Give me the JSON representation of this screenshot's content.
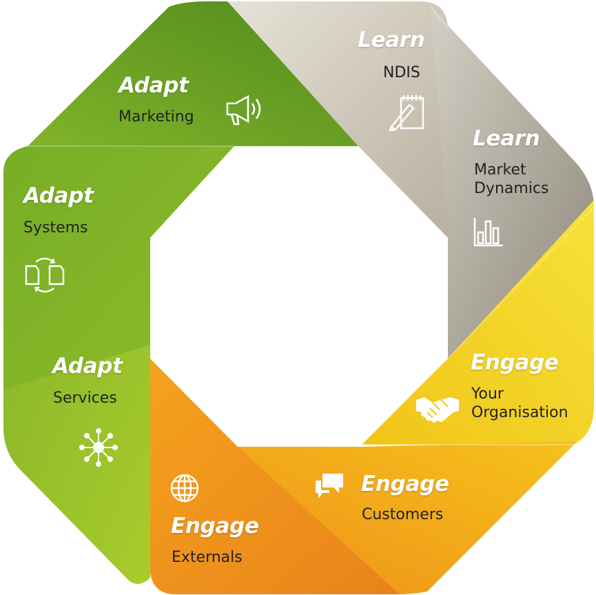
{
  "segments": [
    {
      "id": "learn-ndis",
      "verb": "Learn",
      "lines": [
        "NDIS"
      ],
      "icon": "notepad-pencil-icon",
      "color": "#c9c2b1"
    },
    {
      "id": "learn-market",
      "verb": "Learn",
      "lines": [
        "Market",
        "Dynamics"
      ],
      "icon": "bar-chart-icon",
      "color": "#a8a193"
    },
    {
      "id": "engage-org",
      "verb": "Engage",
      "lines": [
        "Your",
        "Organisation"
      ],
      "icon": "handshake-icon",
      "color": "#f2d21a"
    },
    {
      "id": "engage-customers",
      "verb": "Engage",
      "lines": [
        "Customers"
      ],
      "icon": "chat-bubbles-icon",
      "color": "#f0a316"
    },
    {
      "id": "engage-externals",
      "verb": "Engage",
      "lines": [
        "Externals"
      ],
      "icon": "globe-icon",
      "color": "#ef8f1c"
    },
    {
      "id": "adapt-services",
      "verb": "Adapt",
      "lines": [
        "Services"
      ],
      "icon": "network-hub-icon",
      "color": "#8fbb2a"
    },
    {
      "id": "adapt-systems",
      "verb": "Adapt",
      "lines": [
        "Systems"
      ],
      "icon": "sync-devices-icon",
      "color": "#73a824"
    },
    {
      "id": "adapt-marketing",
      "verb": "Adapt",
      "lines": [
        "Marketing"
      ],
      "icon": "megaphone-icon",
      "color": "#5e9620"
    }
  ]
}
